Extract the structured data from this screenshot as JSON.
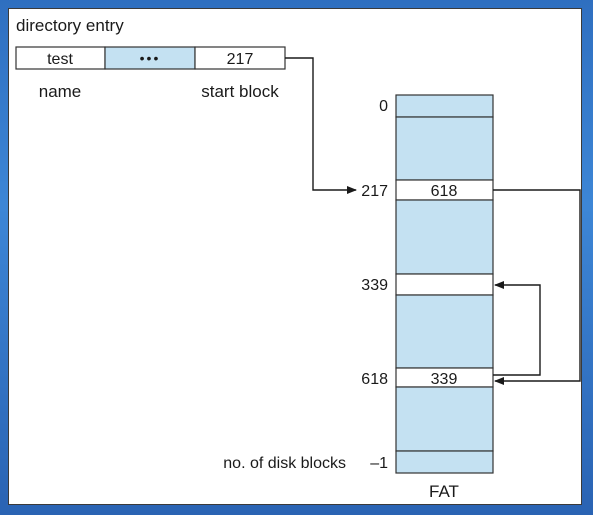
{
  "directory_entry": {
    "title": "directory entry",
    "name_value": "test",
    "ellipsis": "•••",
    "start_value": "217",
    "name_label": "name",
    "start_label": "start block"
  },
  "fat": {
    "rows": [
      {
        "label": "0",
        "value": ""
      },
      {
        "label": "217",
        "value": "618"
      },
      {
        "label": "339",
        "value": ""
      },
      {
        "label": "618",
        "value": "339"
      },
      {
        "label": "no. of disk blocks",
        "value": ""
      },
      {
        "label": "–1",
        "value": ""
      }
    ],
    "caption": "FAT"
  },
  "colors": {
    "cell_fill": "#c4e1f2",
    "box_border": "#333333",
    "arrow": "#1a1a1a"
  }
}
